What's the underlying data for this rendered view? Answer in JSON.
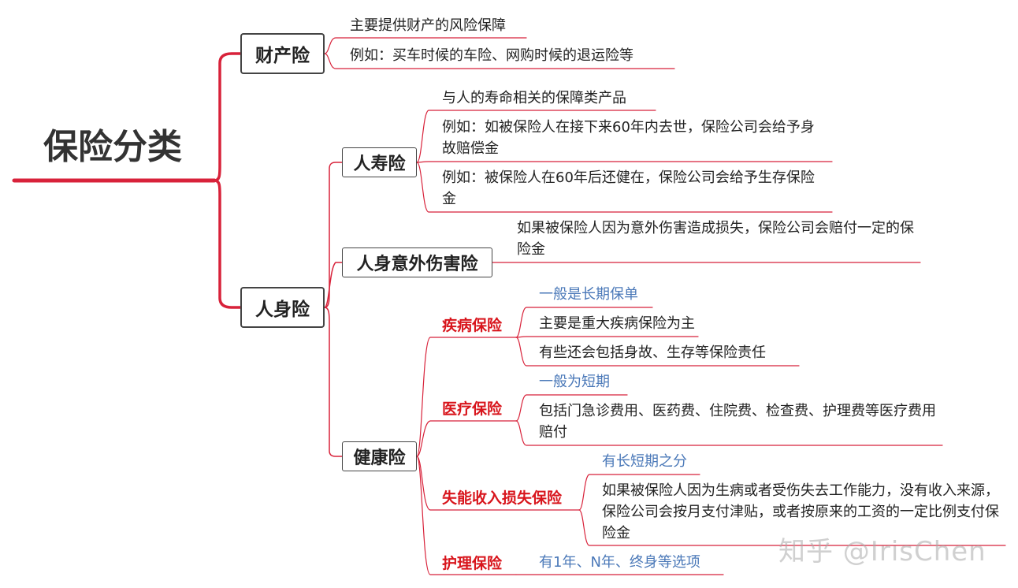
{
  "title": "保险分类",
  "property": {
    "label": "财产险",
    "items": [
      "主要提供财产的风险保障",
      "例如：买车时候的车险、网购时候的退运险等"
    ]
  },
  "personal": {
    "label": "人身险",
    "life": {
      "label": "人寿险",
      "items": [
        "与人的寿命相关的保障类产品",
        "例如：如被保险人在接下来60年内去世，保险公司会给予身故赔偿金",
        "例如：被保险人在60年后还健在，保险公司会给予生存保险金"
      ]
    },
    "accident": {
      "label": "人身意外伤害险",
      "items": [
        "如果被保险人因为意外伤害造成损失，保险公司会赔付一定的保险金"
      ]
    },
    "health": {
      "label": "健康险",
      "disease": {
        "label": "疾病保险",
        "items": [
          "一般是长期保单",
          "主要是重大疾病保险为主",
          "有些还会包括身故、生存等保险责任"
        ]
      },
      "medical": {
        "label": "医疗保险",
        "items": [
          "一般为短期",
          "包括门急诊费用、医药费、住院费、检查费、护理费等医疗费用赔付"
        ]
      },
      "disability": {
        "label": "失能收入损失保险",
        "items": [
          "有长短期之分",
          "如果被保险人因为生病或者受伤失去工作能力，没有收入来源，保险公司会按月支付津贴，或者按原来的工资的一定比例支付保险金"
        ]
      },
      "nursing": {
        "label": "护理保险",
        "items": [
          "有1年、N年、终身等选项"
        ]
      }
    }
  },
  "watermark": "知乎 @IrisChen",
  "colors": {
    "accent": "#d8223a",
    "blue_text": "#4a78b8",
    "red_label": "#d8151c"
  }
}
